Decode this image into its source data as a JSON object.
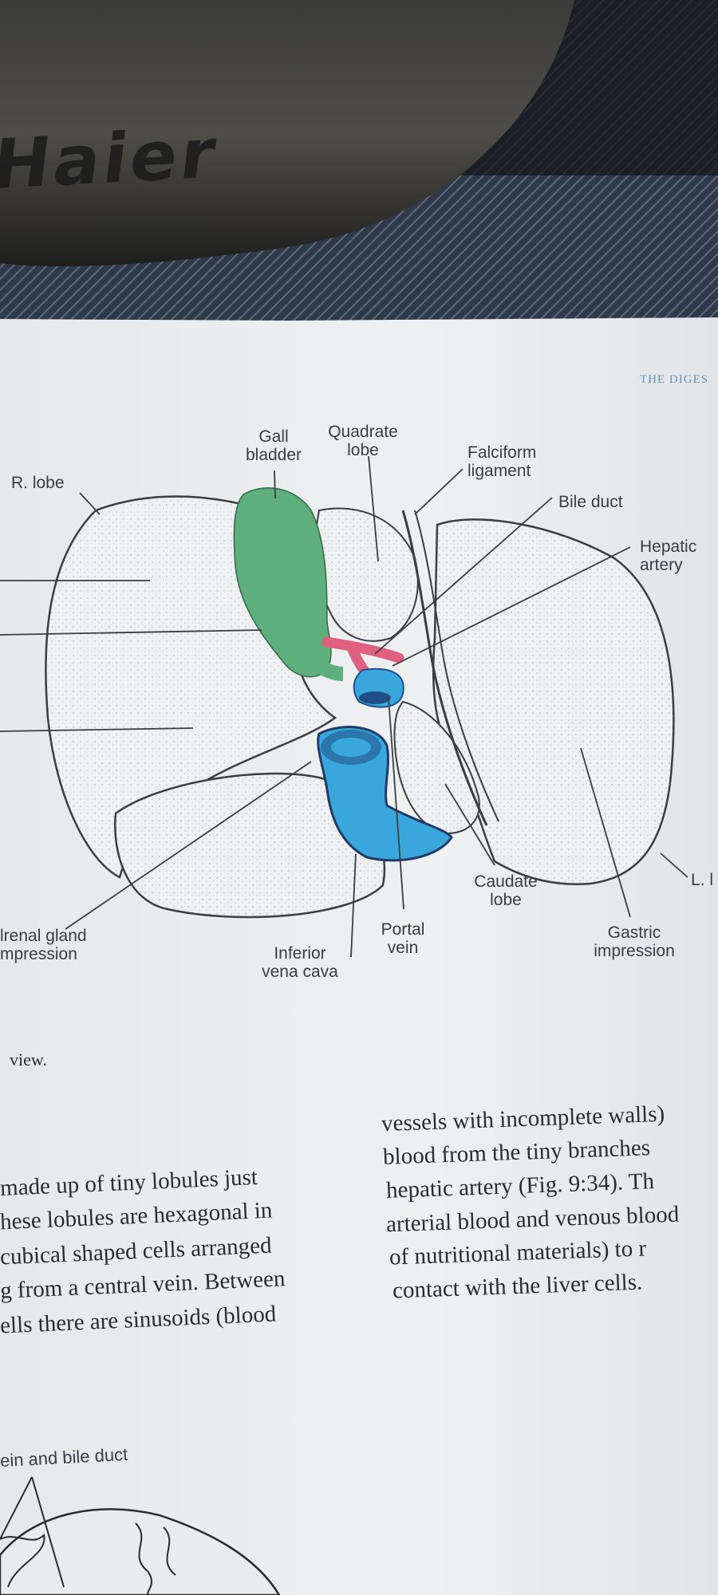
{
  "background": {
    "brand_text": "Haier",
    "running_head": "THE DIGES"
  },
  "figure": {
    "colors": {
      "gall_bladder": "#5fae7e",
      "vena_cava": "#3aa7dc",
      "hepatic_artery": "#e0607f",
      "paper": "#ebedef",
      "ink": "#3a3d42"
    },
    "labels": {
      "r_lobe": "R. lobe",
      "gall_bladder": "Gall\nbladder",
      "quadrate_lobe": "Quadrate\nlobe",
      "falciform_ligament": "Falciform\nligament",
      "bile_duct": "Bile duct",
      "hepatic_artery": "Hepatic\nartery",
      "l_lobe": "L. l",
      "caudate_lobe": "Caudate\nlobe",
      "gastric_impression": "Gastric\nimpression",
      "portal_vein": "Portal\nvein",
      "inferior_vena_cava": "Inferior\nvena cava",
      "suprarenal_impression": "lrenal gland\nmpression"
    },
    "caption_fragment": "view."
  },
  "text": {
    "left_lines": [
      "made up of tiny lobules just",
      "hese lobules are hexagonal in",
      "cubical shaped cells arranged",
      "g from a central vein. Between",
      "ells there are sinusoids (blood"
    ],
    "right_lines": [
      "vessels with incomplete walls)",
      "blood from the tiny branches",
      "hepatic artery (Fig. 9:34). Th",
      "arterial blood and venous blood",
      "of nutritional materials) to r",
      "contact with the liver cells."
    ],
    "next_caption": "ein and bile duct"
  }
}
